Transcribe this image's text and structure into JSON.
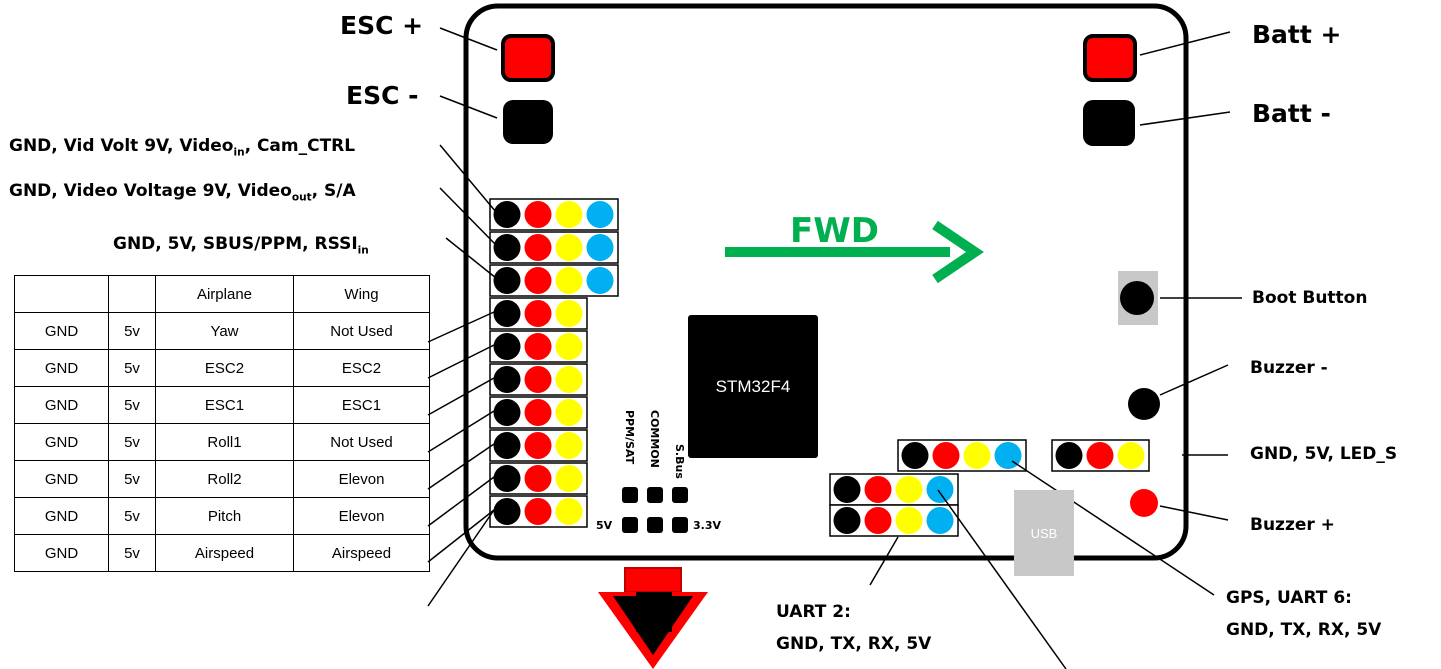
{
  "labels": {
    "esc_pos": "ESC +",
    "esc_neg": "ESC -",
    "batt_pos": "Batt +",
    "batt_neg": "Batt -",
    "header1_pre": "GND, Vid Volt 9V, Video",
    "header1_sub": "in",
    "header1_post": ", Cam_CTRL",
    "header2_pre": "GND, Video Voltage 9V, Video",
    "header2_sub": "out",
    "header2_post": ", S/A",
    "header3_pre": "GND, 5V, SBUS/PPM, RSSI",
    "header3_sub": "in",
    "fwd": "FWD",
    "chip": "STM32F4",
    "usb": "USB",
    "boot_button": "Boot Button",
    "buzzer_neg": "Buzzer -",
    "buzzer_pos": "Buzzer +",
    "led_strip": "GND, 5V, LED_S",
    "uart2_line1": "UART 2:",
    "uart2_line2": "GND, TX, RX, 5V",
    "uart6_line1": "GPS, UART 6:",
    "uart6_line2": "GND, TX, RX, 5V",
    "jumper_ppm": "PPM/SAT",
    "jumper_common": "COMMON",
    "jumper_sbus": "S.Bus",
    "jumper_5v": "5V",
    "jumper_33v": "3.3V"
  },
  "table": {
    "headers": [
      "",
      "",
      "Airplane",
      "Wing"
    ],
    "rows": [
      [
        "GND",
        "5v",
        "Yaw",
        "Not Used"
      ],
      [
        "GND",
        "5v",
        "ESC2",
        "ESC2"
      ],
      [
        "GND",
        "5v",
        "ESC1",
        "ESC1"
      ],
      [
        "GND",
        "5v",
        "Roll1",
        "Not Used"
      ],
      [
        "GND",
        "5v",
        "Roll2",
        "Elevon"
      ],
      [
        "GND",
        "5v",
        "Pitch",
        "Elevon"
      ],
      [
        "GND",
        "5v",
        "Airspeed",
        "Airspeed"
      ]
    ]
  },
  "colors": {
    "black": "#000000",
    "red": "#ff0000",
    "yellow": "#ffff00",
    "blue": "#00b0f0",
    "green": "#00b050",
    "gray": "#c8c8c8"
  }
}
